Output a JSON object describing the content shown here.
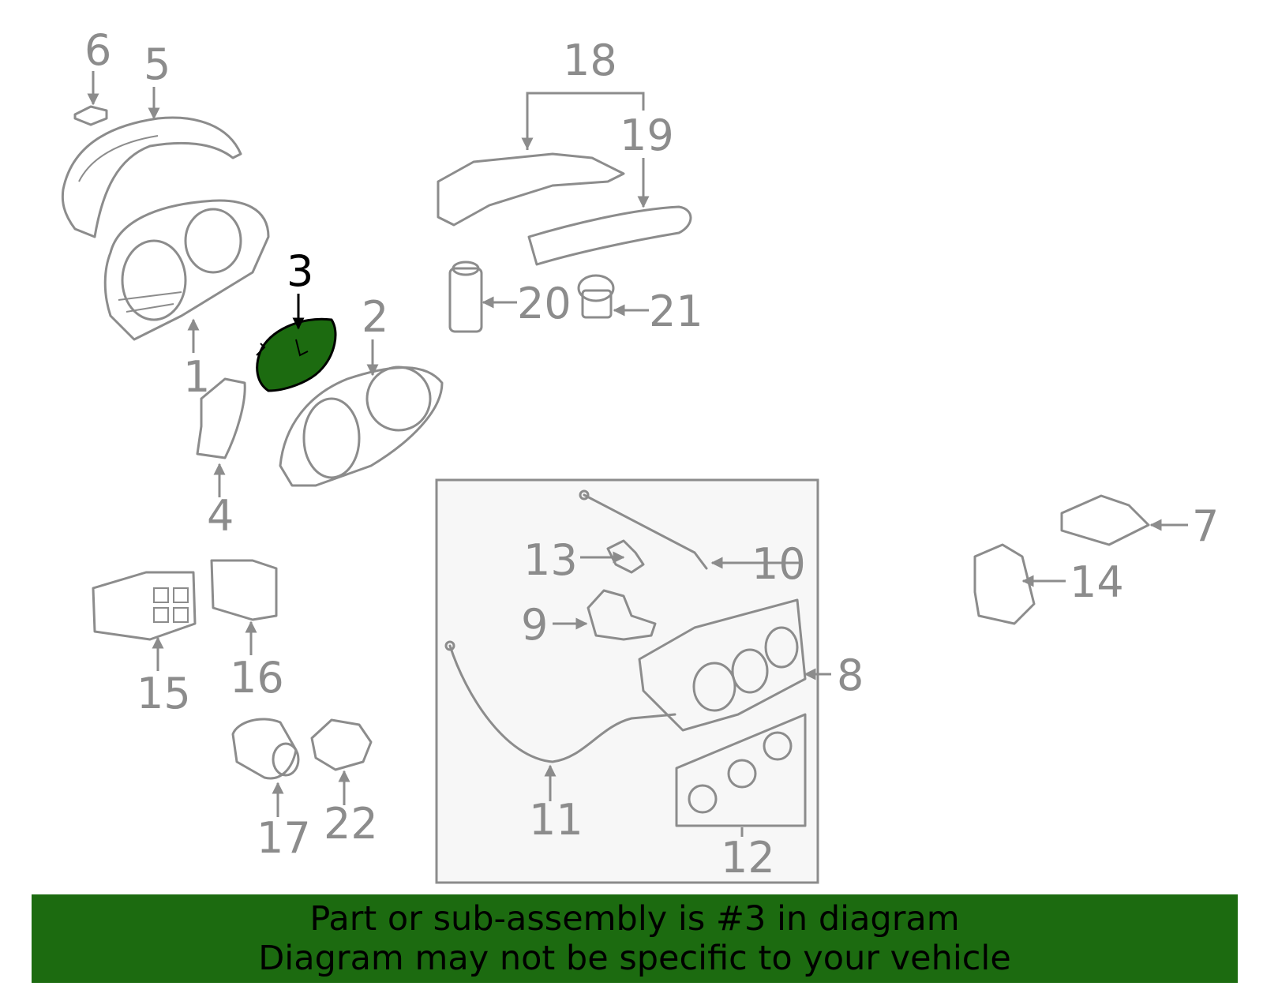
{
  "callouts": {
    "c1": "1",
    "c2": "2",
    "c3": "3",
    "c4": "4",
    "c5": "5",
    "c6": "6",
    "c7": "7",
    "c8": "8",
    "c9": "9",
    "c10": "10",
    "c11": "11",
    "c12": "12",
    "c13": "13",
    "c14": "14",
    "c15": "15",
    "c16": "16",
    "c17": "17",
    "c18": "18",
    "c19": "19",
    "c20": "20",
    "c21": "21",
    "c22": "22"
  },
  "highlight_part": "3",
  "colors": {
    "highlight": "#1c6b10",
    "line": "#8c8c8c",
    "banner_bg": "#1c6b10",
    "inset_bg": "#f7f7f7"
  },
  "banner": {
    "line1": "Part or sub-assembly is #3 in diagram",
    "line2": "Diagram may not be specific to your vehicle"
  }
}
